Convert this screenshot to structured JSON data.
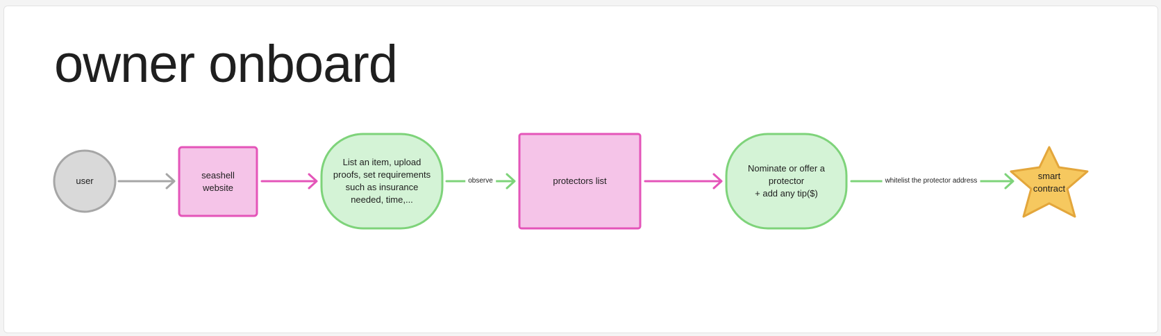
{
  "title": "owner onboard",
  "colors": {
    "gray_fill": "#d9d9d9",
    "gray_stroke": "#a6a6a6",
    "pink_fill": "#f5c4e8",
    "pink_stroke": "#e455b9",
    "green_fill": "#d4f3d6",
    "green_stroke": "#7ed37a",
    "star_fill": "#f6c85f",
    "star_stroke": "#e3a63b"
  },
  "nodes": {
    "user": "user",
    "seashell_website": "seashell\nwebsite",
    "list_item": "List an item, upload\nproofs, set requirements\nsuch as insurance\nneeded, time,...",
    "protectors_list": "protectors list",
    "nominate": "Nominate or offer a\nprotector\n+ add any tip($)",
    "smart_contract": "smart\ncontract"
  },
  "edges": {
    "observe": "observe",
    "whitelist": "whitelist the protector address"
  }
}
